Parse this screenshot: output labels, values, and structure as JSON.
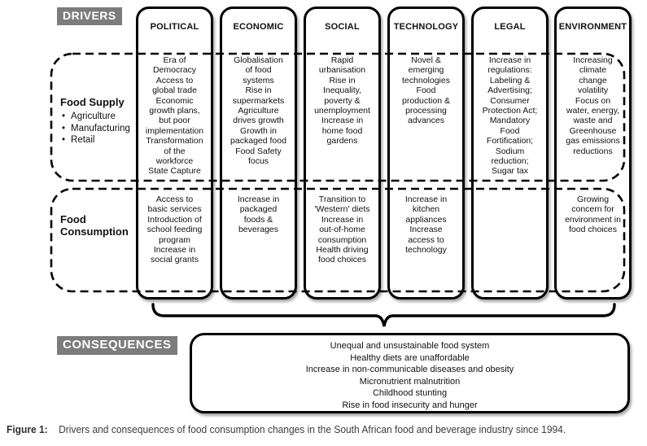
{
  "drivers_label": "DRIVERS",
  "consequences_label": "CONSEQUENCES",
  "colors": {
    "tag_background": "#7c7c7c",
    "tag_text": "#ffffff",
    "line": "#000000"
  },
  "bands": {
    "supply": {
      "title": "Food Supply",
      "bullets": [
        "Agriculture",
        "Manufacturing",
        "Retail"
      ]
    },
    "consumption": {
      "title": "Food\nConsumption"
    }
  },
  "columns": [
    {
      "header": "POLITICAL",
      "supply": "Era of\nDemocracy\nAccess to\nglobal trade\nEconomic\ngrowth plans,\nbut poor\nimplementation\nTransformation\nof the\nworkforce\nState Capture",
      "consumption": "Access to\nbasic services\nIntroduction of\nschool feeding\nprogram\nIncrease in\nsocial grants"
    },
    {
      "header": "ECONOMIC",
      "supply": "Globalisation\nof food\nsystems\nRise in\nsupermarkets\nAgriculture\ndrives growth\nGrowth in\npackaged food\nFood Safety\nfocus",
      "consumption": "Increase in\npackaged\nfoods &\nbeverages"
    },
    {
      "header": "SOCIAL",
      "supply": "Rapid\nurbanisation\nRise in\nInequality,\npoverty &\nunemployment\nIncrease in\nhome food\ngardens",
      "consumption": "Transition to\n'Western' diets\nIncrease in\nout-of-home\nconsumption\nHealth driving\nfood choices"
    },
    {
      "header": "TECHNOLOGY",
      "supply": "Novel &\nemerging\ntechnologies\nFood\nproduction &\nprocessing\nadvances",
      "consumption": "Increase in\nkitchen\nappliances\nIncrease\naccess to\ntechnology"
    },
    {
      "header": "LEGAL",
      "supply": "Increase in\nregulations:\nLabeling &\nAdvertising;\nConsumer\nProtection Act;\nMandatory\nFood\nFortification;\nSodium\nreduction;\nSugar tax",
      "consumption": ""
    },
    {
      "header": "ENVIRONMENT",
      "supply": "Increasing\nclimate\nchange\nvolatility\nFocus on\nwater, energy,\nwaste and\nGreenhouse\ngas emissions\nreductions",
      "consumption": "Growing\nconcern for\nenvironment in\nfood choices"
    }
  ],
  "consequences": {
    "lines": [
      "Unequal and unsustainable food system",
      "Healthy diets are unaffordable",
      "Increase in non-communicable diseases and obesity",
      "Micronutrient malnutrition",
      "Childhood stunting",
      "Rise in food insecurity and hunger"
    ]
  },
  "caption": {
    "label": "Figure 1:",
    "text": "Drivers and consequences of food consumption changes in the South African food and beverage industry since 1994."
  }
}
